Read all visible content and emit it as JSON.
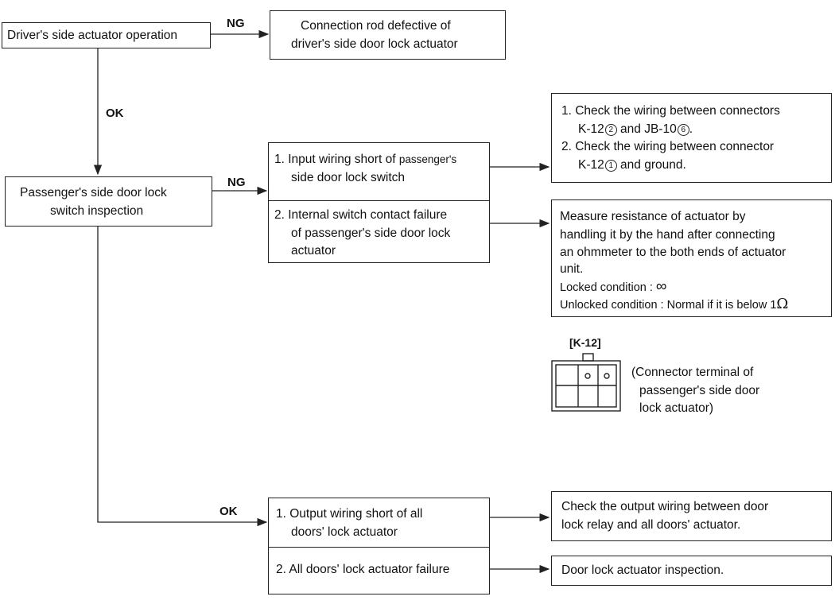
{
  "nodes": {
    "driver_actuator": "Driver's side actuator operation",
    "rod_defective_1": "Connection rod defective of",
    "rod_defective_2": "driver's side door lock actuator",
    "pass_switch_1": "Passenger's side door lock",
    "pass_switch_2": "switch inspection",
    "input_short_1a": "1. Input wiring short of ",
    "input_short_1b": "passenger's",
    "input_short_2": "side door lock switch",
    "internal_1": "2. Internal switch contact failure",
    "internal_2": "of passenger's side door lock",
    "internal_3": "actuator",
    "check_1": "1. Check the wiring between connectors",
    "check_2a": "K-12",
    "check_2b": "2",
    "check_2c": " and JB-10",
    "check_2d": "6",
    "check_2e": ".",
    "check_3": "2. Check the wiring between connector",
    "check_4a": "K-12",
    "check_4b": "1",
    "check_4c": " and ground.",
    "measure_1": "Measure resistance of actuator by",
    "measure_2": "handling it by the hand after connecting",
    "measure_3": "an ohmmeter to the both ends of actuator",
    "measure_4": "unit.",
    "measure_5": "Locked condition : ",
    "measure_5_sym": "∞",
    "measure_6": "Unlocked condition : Normal if it is below 1",
    "measure_6_sym": "Ω",
    "connector_label": "[K-12]",
    "connector_caption_1": "(Connector terminal of",
    "connector_caption_2": "passenger's side door",
    "connector_caption_3": "lock actuator)",
    "output_short_1": "1. Output wiring short of all",
    "output_short_2": "doors' lock actuator",
    "all_fail": "2. All doors' lock actuator failure",
    "check_output_1": "Check the output wiring between door",
    "check_output_2": "lock relay and all doors' actuator.",
    "door_lock_insp": "Door lock actuator inspection."
  },
  "labels": {
    "ng_top": "NG",
    "ok_left": "OK",
    "ng_mid": "NG",
    "ok_bottom": "OK"
  }
}
